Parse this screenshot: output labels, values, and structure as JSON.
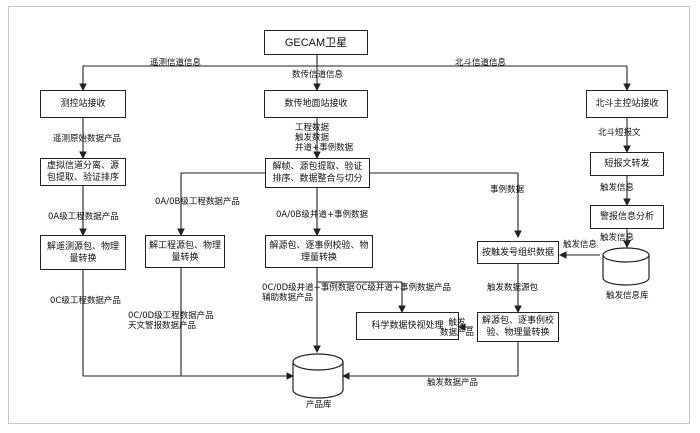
{
  "boxes": {
    "gecam": "GECAM卫星",
    "ttc": "测控站接收",
    "datacom": "数传地面站接收",
    "beidou": "北斗主控站接收",
    "split": "虚拟信道分离、源\n包提取、验证排序",
    "frame": "解帧、源包提取、验证\n排序、数据整合与切分",
    "short_fwd": "短报文转发",
    "alert_analysis": "警报信息分析",
    "unpack_ttc": "解遥测源包、物理\n量转换",
    "unpack_eng": "解工程源包、物理\n量转换",
    "unpack_event": "解源包、逐事例校验、物\n理量转换",
    "trigger_org": "按触发号组织数据",
    "quicklook": "科学数据快视处理",
    "unpack_trig": "解源包、逐事例校\n验、物理量转换"
  },
  "labels": {
    "telemetry_channel": "遥测信道信息",
    "datacom_channel": "数传信道信息",
    "beidou_channel": "北斗信道信息",
    "raw_telemetry": "遥测原始数据产品",
    "datacom_out": "工程数据\n触发数据\n并道+事例数据",
    "short_msg": "北斗短报文",
    "trigger_info_1": "触发信息",
    "trigger_info_2": "触发信息",
    "trigger_info_3": "触发信息",
    "l0a_eng": "0A级工程数据产品",
    "l0ab_eng": "0A/0B级工程数据产品",
    "l0ab_event": "0A/0B级并道+事例数据",
    "event_data": "事例数据",
    "l0c_eng": "0C级工程数据产品",
    "l0cd_eng": "0C/0D级工程数据产品\n天文警报数据产品",
    "l0cd_event": "0C/0D级并道+事例数据\n辅助数据产品",
    "l0c_event": "0C级并道+事例数据产品",
    "trig_source": "触发数据源包",
    "trig_products_side": "触发\n数据产品",
    "trig_products_bottom": "触发数据产品",
    "product_db": "产品库",
    "trigger_db": "触发信息库"
  }
}
